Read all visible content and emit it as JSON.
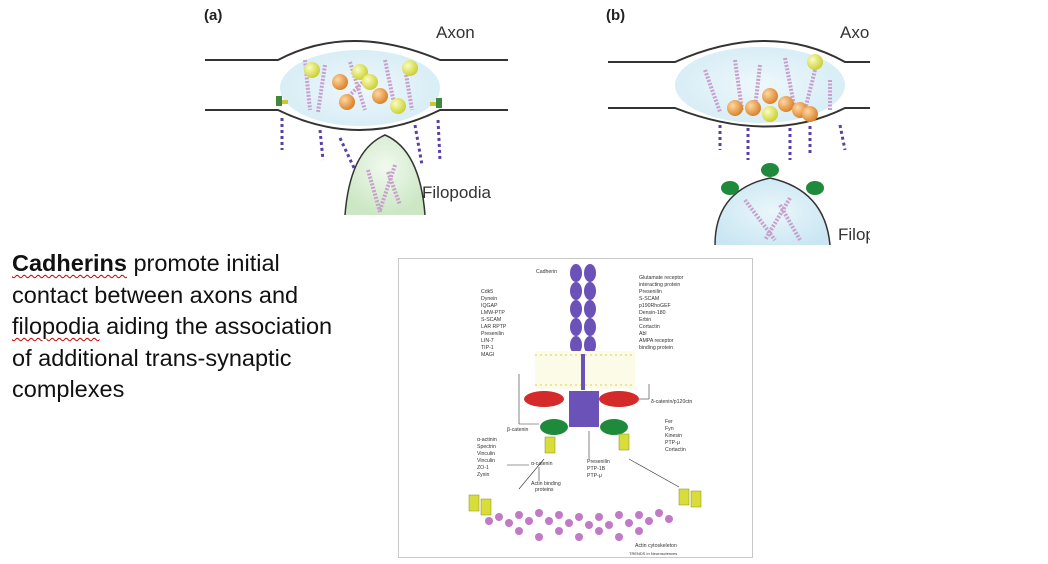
{
  "panel_a": {
    "letter": "(a)",
    "axon_label": "Axon",
    "filopodia_label": "Filopodia"
  },
  "panel_b": {
    "letter": "(b)",
    "axon_label": "Axon",
    "filopodia_label": "Filopodia"
  },
  "caption": {
    "bold_term": "Cadherins",
    "text_1": " promote initial contact between axons and ",
    "underlined_term": "filopodia",
    "text_2": " aiding the association of additional trans-synaptic complexes"
  },
  "inset": {
    "cadherin_label": "Cadherin",
    "left_list": [
      "Cdk5",
      "Dynein",
      "IQGAP",
      "LMW-PTP",
      "S-SCAM",
      "LAR RPTP",
      "Presenilin",
      "LIN-7",
      "TIP-1",
      "MAGI"
    ],
    "right_list": [
      "Glutamate receptor",
      "interacting protein",
      "Presenilin",
      "S-SCAM",
      "p190RhoGEF",
      "Densin-180",
      "Erbin",
      "Cortactin",
      "Abl",
      "AMPA receptor",
      "binding protein"
    ],
    "beta_catenin_label": "β-catenin",
    "delta_catenin_label": "δ-catenin/p120ctn",
    "alpha_catenin_binders": [
      "α-actinin",
      "Spectrin",
      "Vinculin",
      "Vinculin",
      "ZO-1",
      "Zyxin"
    ],
    "alpha_catenin_label": "α-catenin",
    "actin_binding_label": [
      "Actin binding",
      "proteins"
    ],
    "presenilin_list": [
      "Presenilin",
      "PTP-1B",
      "PTP-μ"
    ],
    "fer_list": [
      "Fer",
      "Fyn",
      "Kinesin",
      "PTP-μ",
      "Cortactin"
    ],
    "cytoskeleton_label": "Actin cytoskeleton",
    "source_label": "TRENDS in Neurosciences"
  },
  "colors": {
    "cadherin": "#6a52b8",
    "beta_catenin": "#d42a2a",
    "delta_catenin": "#1f8a3c",
    "actin": "#c07ac6",
    "vesicle_yellow": "#d8dd3a",
    "vesicle_orange": "#e0913a"
  }
}
